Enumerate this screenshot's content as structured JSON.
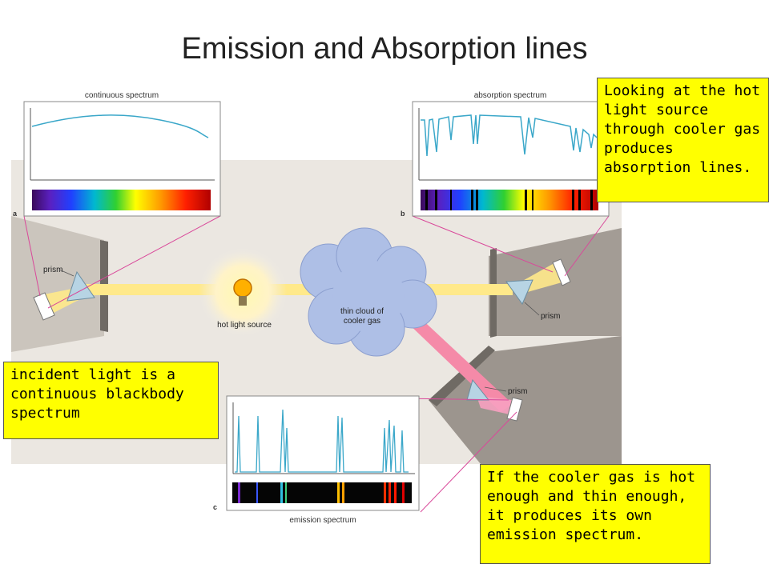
{
  "title": "Emission and Absorption lines",
  "labels": {
    "continuous_spectrum": "continuous spectrum",
    "absorption_spectrum": "absorption spectrum",
    "emission_spectrum": "emission spectrum",
    "prism": "prism",
    "hot_light_source": "hot light source",
    "cloud_line1": "thin cloud of",
    "cloud_line2": "cooler gas",
    "panel_a": "a",
    "panel_b": "b",
    "panel_c": "c"
  },
  "notes": {
    "absorption": "Looking at the hot light source through cooler gas produces absorption lines.",
    "incident": "incident light is a continuous blackbody spectrum",
    "emission": "If the cooler gas is hot enough and thin enough, it produces its own emission spectrum."
  },
  "colors": {
    "note_bg": "#ffff00",
    "spectrum_line": "#3aa7c9",
    "beam": "#ffe98a",
    "emission_beam": "#f58aa8",
    "cloud": "#aebfe6",
    "connector": "#d9499a"
  }
}
